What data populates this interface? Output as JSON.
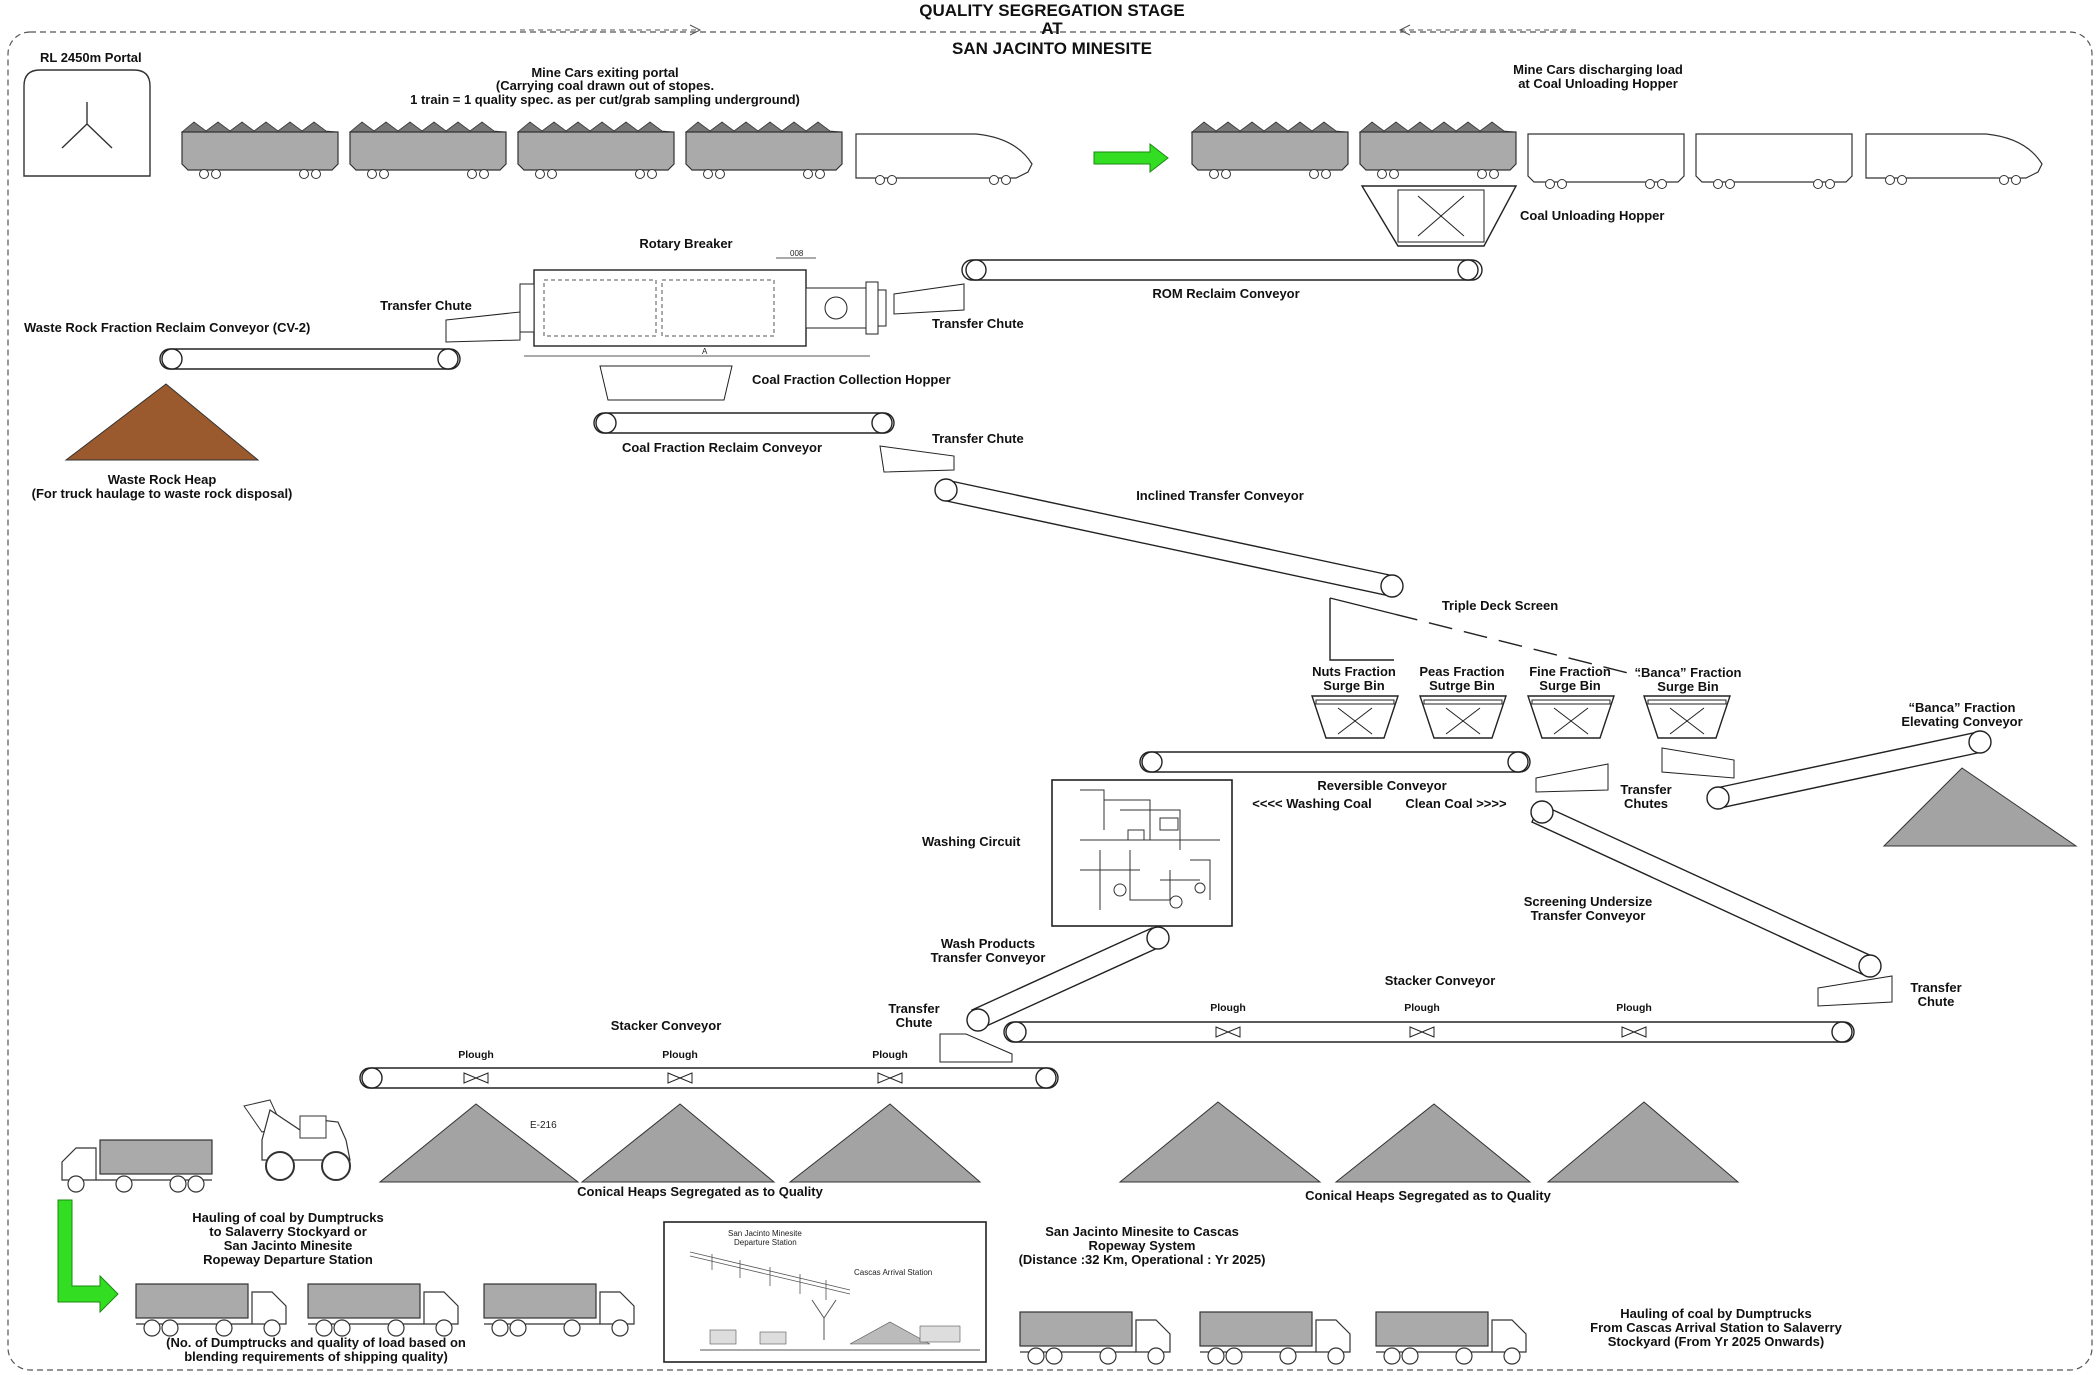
{
  "title": [
    "QUALITY SEGREGATION STAGE",
    "AT",
    "SAN JACINTO MINESITE"
  ],
  "labels": {
    "portal": "RL 2450m Portal",
    "mine_cars_exit": [
      "Mine Cars exiting portal",
      "(Carrying coal drawn out of stopes.",
      "1 train = 1 quality spec. as per cut/grab sampling underground)"
    ],
    "mine_cars_discharge": [
      "Mine Cars discharging load",
      "at Coal Unloading Hopper"
    ],
    "coal_unloading_hopper": "Coal Unloading Hopper",
    "rotary_breaker": "Rotary Breaker",
    "rom_reclaim_conveyor": "ROM Reclaim Conveyor",
    "transfer_chute": "Transfer Chute",
    "waste_rock_conveyor": "Waste Rock Fraction Reclaim Conveyor (CV-2)",
    "coal_fraction_hopper": "Coal Fraction Collection Hopper",
    "coal_fraction_conveyor": "Coal Fraction Reclaim Conveyor",
    "waste_rock_heap": [
      "Waste Rock Heap",
      "(For truck haulage to waste rock disposal)"
    ],
    "inclined_transfer_conveyor": "Inclined Transfer Conveyor",
    "triple_deck_screen": "Triple Deck Screen",
    "nuts_bin": [
      "Nuts Fraction",
      "Surge Bin"
    ],
    "peas_bin": [
      "Peas Fraction",
      "Sutrge Bin"
    ],
    "fine_bin": [
      "Fine Fraction",
      "Surge Bin"
    ],
    "banca_bin": [
      "“Banca” Fraction",
      "Surge Bin"
    ],
    "banca_elevating": [
      "“Banca” Fraction",
      "Elevating Conveyor"
    ],
    "reversible_conveyor": "Reversible Conveyor",
    "washing_coal": "<<<< Washing Coal",
    "clean_coal": "Clean Coal >>>>",
    "transfer_chutes": [
      "Transfer",
      "Chutes"
    ],
    "washing_circuit": "Washing Circuit",
    "screening_undersize": [
      "Screening Undersize",
      "Transfer Conveyor"
    ],
    "wash_products": [
      "Wash Products",
      "Transfer Conveyor"
    ],
    "transfer_chute_2": [
      "Transfer",
      "Chute"
    ],
    "stacker_conveyor": "Stacker Conveyor",
    "plough": "Plough",
    "heap_code": "E-216",
    "conical_heaps": "Conical Heaps Segregated as to Quality",
    "hauling_left": [
      "Hauling of coal by Dumptrucks",
      "to Salaverry Stockyard  or",
      "San Jacinto Minesite",
      "Ropeway Departure Station"
    ],
    "dumptruck_note": [
      "(No. of Dumptrucks and quality of load based on",
      "blending requirements of shipping quality)"
    ],
    "ropeway_inset_departure": [
      "San Jacinto Minesite",
      "Departure Station"
    ],
    "ropeway_inset_arrival": "Cascas Arrival Station",
    "ropeway_system": [
      "San Jacinto Minesite to Cascas",
      "Ropeway System",
      "(Distance :32 Km, Operational : Yr 2025)"
    ],
    "hauling_right": [
      "Hauling of coal by Dumptrucks",
      "From Cascas Arrival Station to Salaverry",
      "Stockyard (From Yr 2025 Onwards)"
    ],
    "breaker_dim_1": "008",
    "breaker_dim_2": "A"
  },
  "colors": {
    "waste_heap": "#9a5a2e",
    "coal_heap": "#a3a3a3",
    "arrow_green": "#33dd22",
    "car_fill": "#aaaaaa"
  }
}
